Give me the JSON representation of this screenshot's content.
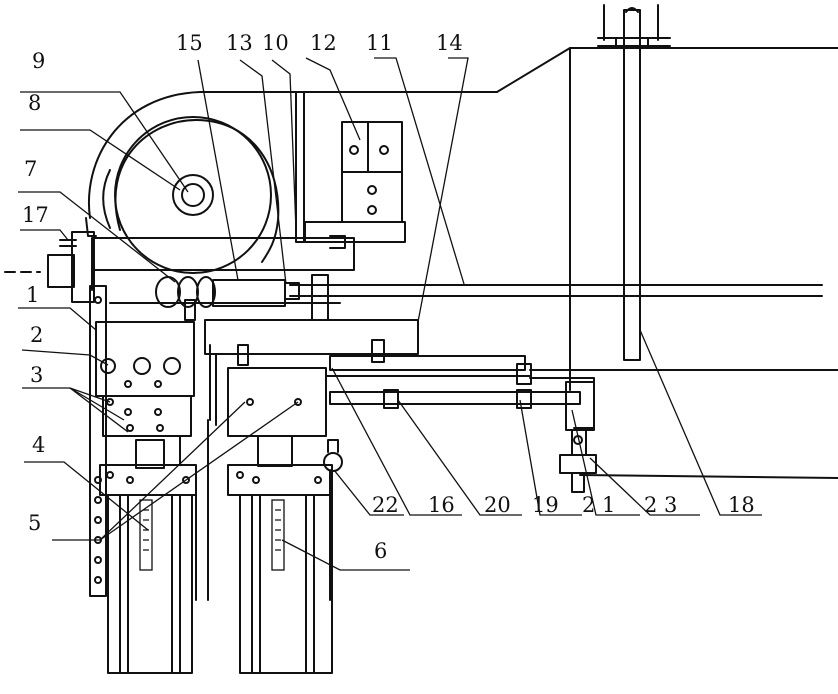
{
  "labels": {
    "l1": "1",
    "l2": "2",
    "l3": "3",
    "l4": "4",
    "l5": "5",
    "l6": "6",
    "l7": "7",
    "l8": "8",
    "l9": "9",
    "l10": "10",
    "l11": "11",
    "l12": "12",
    "l13": "13",
    "l14": "14",
    "l15": "15",
    "l16": "16",
    "l17": "17",
    "l18": "18",
    "l19": "19",
    "l20": "20",
    "l21": "2 1",
    "l22": "22",
    "l23": "2 3"
  }
}
